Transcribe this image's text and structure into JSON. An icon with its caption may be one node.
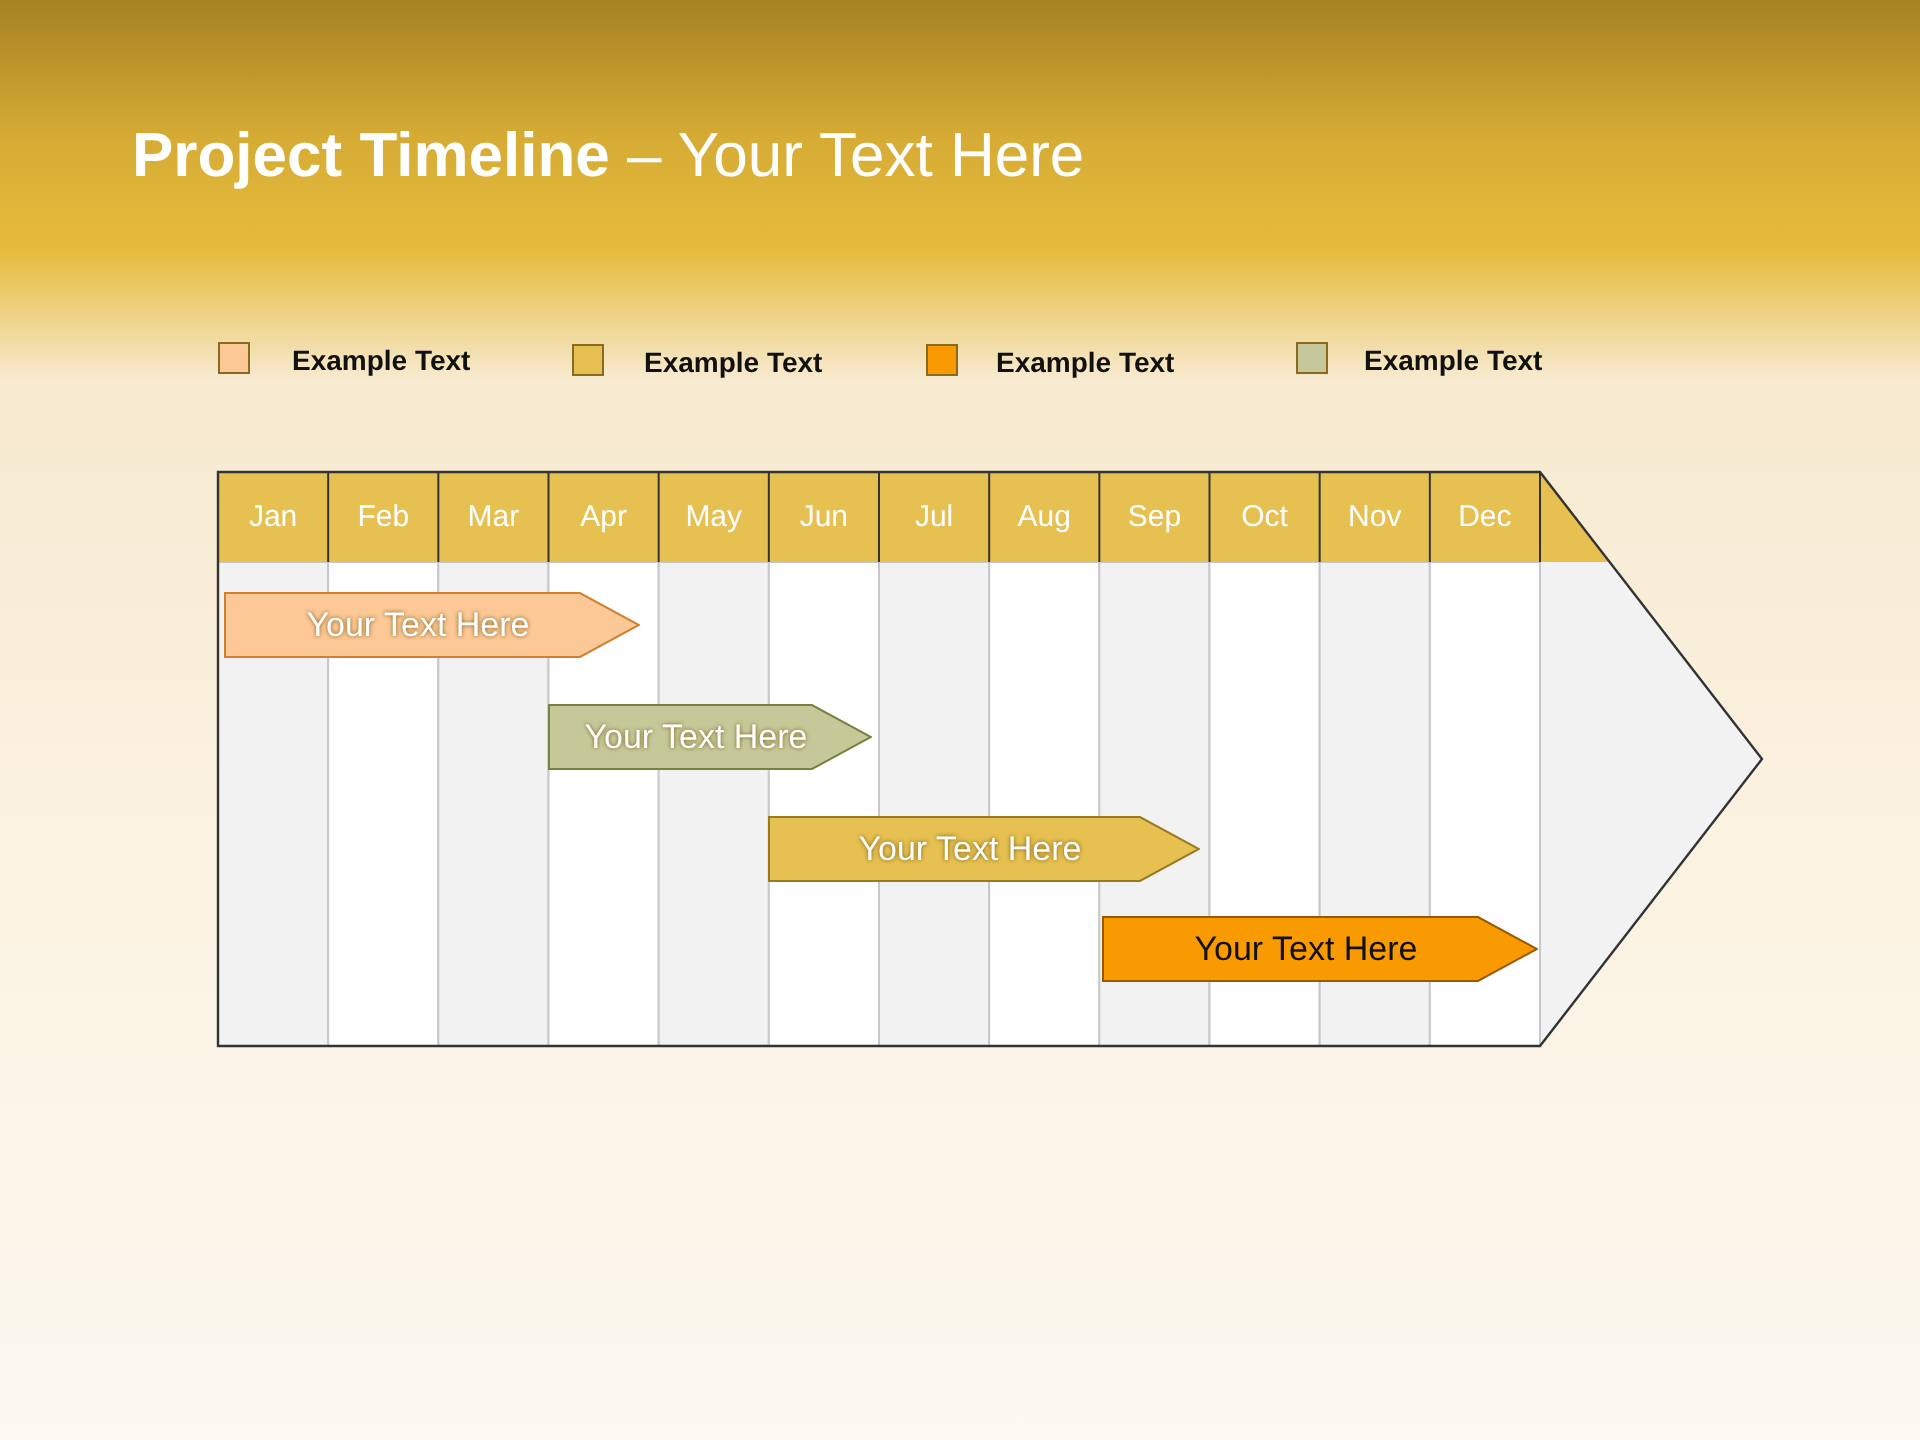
{
  "diagram": {
    "title": "**Project Timeline** – Your Text Here",
    "nodes": [
      {
        "text": [
          "Your Text Here"
        ]
      },
      {
        "text": [
          "Your Text Here"
        ]
      },
      {
        "text": [
          "Your Text Here"
        ]
      },
      {
        "text": [
          "Your Text Here"
        ]
      }
    ],
    "labels": [
      "Jan",
      "Feb",
      "Mar",
      "Apr",
      "May",
      "Jun",
      "Jul",
      "Aug",
      "Sep",
      "Oct",
      "Nov",
      "Dec"
    ],
    "legend": [
      {
        "text": "Example Text",
        "color": "#fcc896"
      },
      {
        "text": "Example Text",
        "color": "#e6c050"
      },
      {
        "text": "Example Text",
        "color": "#f99a00"
      },
      {
        "text": "Example Text",
        "color": "#c5c99a"
      }
    ]
  }
}
